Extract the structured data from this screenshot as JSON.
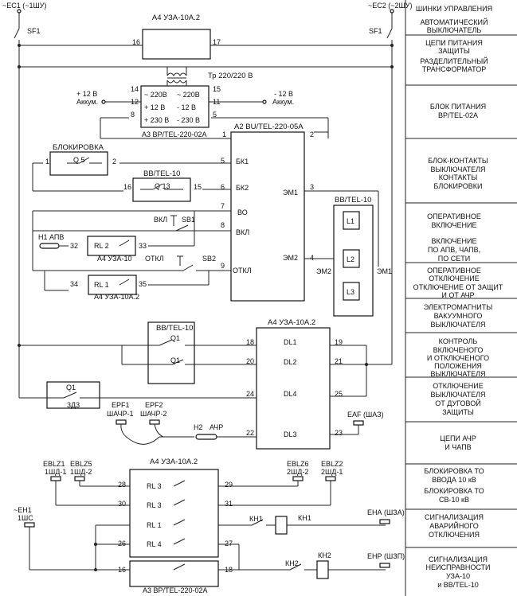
{
  "rails": {
    "left": "~EC1 (~1ШУ)",
    "right": "~EC2 (~2ШУ)",
    "sf_left": "SF1",
    "sf_right": "SF1"
  },
  "a4_top": {
    "title": "А4 УЗА-10А.2",
    "pin16": "16",
    "pin17": "17"
  },
  "transformer": {
    "label": "Тр 220/220 В"
  },
  "psu": {
    "pin14": "14",
    "pin15": "15",
    "pin12": "12",
    "pin11": "11",
    "pin8": "8",
    "pin5": "5",
    "in220": "~ 220В",
    "out220": "~ 220В",
    "p12": "+ 12 В",
    "m12": "- 12 В",
    "p230": "+ 230 В",
    "m230": "- 230 В",
    "bat_pos": "+ 12 В",
    "bat_pos2": "Аккум.",
    "bat_neg": "- 12 В",
    "bat_neg2": "Аккум.",
    "title": "А3 ВР/TEL-220-02А"
  },
  "a2": {
    "title": "А2 BU/TEL-220-05А",
    "pin1": "1",
    "pin2": "2",
    "pin5": "5",
    "pin6": "6",
    "pin7": "7",
    "pin8": "8",
    "pin9": "9",
    "pin3": "3",
    "pin4": "4",
    "bk1": "БК1",
    "bk2": "БК2",
    "vo": "ВО",
    "vkl": "ВКЛ",
    "otkl": "ОТКЛ",
    "em1": "ЭМ1",
    "em2": "ЭМ2"
  },
  "block": {
    "title": "БЛОКИРОВКА",
    "contact": "Q 5",
    "p1": "1",
    "p2": "2"
  },
  "bb1": {
    "title": "BB/TEL-10",
    "contact": "Q 13",
    "p16": "16",
    "p15": "15"
  },
  "vkl_btn": {
    "label": "ВКЛ",
    "sb": "SB1"
  },
  "apv": {
    "label": "Н1 АПВ",
    "relay": "RL 2",
    "p32": "32",
    "p33": "33",
    "dev": "А4 УЗА-10"
  },
  "otkl_btn": {
    "label": "ОТКЛ",
    "sb": "SB2"
  },
  "rl1": {
    "relay": "RL 1",
    "p34": "34",
    "p35": "35",
    "dev": "А4 УЗА-10А.2"
  },
  "bb2": {
    "title": "BB/TEL-10",
    "l1": "L1",
    "l2": "L2",
    "l3": "L3",
    "em2": "ЭМ2",
    "em1": "ЭМ1"
  },
  "bb3": {
    "title": "BB/TEL-10",
    "q1a": "Q1",
    "q1b": "Q1"
  },
  "a4_mid": {
    "title": "А4 УЗА-10А.2",
    "p18": "18",
    "p19": "19",
    "p20": "20",
    "p21": "21",
    "p24": "24",
    "p25": "25",
    "p22": "22",
    "p23": "23",
    "dl1": "DL1",
    "dl2": "DL2",
    "dl4": "DL4",
    "dl3": "DL3"
  },
  "zdz": {
    "q1": "Q1",
    "label": "3Д3"
  },
  "epf": {
    "epf1": "EPF1",
    "epf1b": "ШАЧР-1",
    "epf2": "EPF2",
    "epf2b": "ШАЧР-2",
    "h2": "Н2",
    "achr": "АЧР",
    "eaf": "EAF (ШАЗ)"
  },
  "a4_bot": {
    "title": "А4 УЗА-10А.2",
    "eblz1": "EBLZ1",
    "eblz1b": "1ШД-1",
    "eblz5": "EBLZ5",
    "eblz5b": "1ШД-2",
    "eblz6": "EBLZ6",
    "eblz6b": "2ШД-2",
    "eblz2": "EBLZ2",
    "eblz2b": "2ШД-1",
    "rl3a": "RL 3",
    "rl3b": "RL 3",
    "rl1": "RL 1",
    "rl4": "RL 4",
    "p28": "28",
    "p29": "29",
    "p30": "30",
    "p31": "31",
    "p26": "26",
    "p27": "27"
  },
  "signal": {
    "eh1": "~EH1",
    "eh1b": "1ШС",
    "kh1": "КН1",
    "kh1b": "КН1",
    "eha": "ЕНА (ШЗА)",
    "kh2": "КН2",
    "kh2b": "КН2",
    "ehp": "ЕНР (ШЗП)",
    "p16": "16",
    "p18": "18",
    "a3": "А3 ВР/TEL-220-02А"
  },
  "side_panel": [
    "ШИНКИ УПРАВЛЕНИЯ",
    "АВТОМАТИЧЕСКИЙ",
    "ВЫКЛЮЧАТЕЛЬ",
    "ЦЕПИ ПИТАНИЯ",
    "ЗАЩИТЫ",
    "РАЗДЕЛИТЕЛЬНЫЙ",
    "ТРАНСФОРМАТОР",
    "БЛОК ПИТАНИЯ",
    "ВР/TEL-02А",
    "БЛОК-КОНТАКТЫ",
    "ВЫКЛЮЧАТЕЛЯ",
    "КОНТАКТЫ",
    "БЛОКИРОВКИ",
    "ОПЕРАТИВНОЕ",
    "ВКЛЮЧЕНИЕ",
    "ВКЛЮЧЕНИЕ",
    "ПО АПВ, ЧАПВ,",
    "ПО СЕТИ",
    "ОПЕРАТИВНОЕ",
    "ОТКЛЮЧЕНИЕ",
    "ОТКЛЮЧЕНИЕ ОТ ЗАЩИТ",
    "И ОТ АЧР",
    "ЭЛЕКТРОМАГНИТЫ",
    "ВАКУУМНОГО",
    "ВЫКЛЮЧАТЕЛЯ",
    "КОНТРОЛЬ",
    "ВКЛЮЧЕНОГО",
    "И ОТКЛЮЧЕНОГО",
    "ПОЛОЖЕНИЯ",
    "ВЫКЛЮЧАТЕЛЯ",
    "ОТКЛЮЧЕНИЕ",
    "ВЫКЛЮЧАТЕЛЯ",
    "ОТ ДУГОВОЙ",
    "ЗАЩИТЫ",
    "ЦЕПИ АЧР",
    "И ЧАПВ",
    "БЛОКИРОВКА ТО",
    "ВВОДА 10 кВ",
    "БЛОКИРОВКА ТО",
    "СВ-10 кВ",
    "СИГНАЛИЗАЦИЯ",
    "АВАРИЙНОГО",
    "ОТКЛЮЧЕНИЯ",
    "СИГНАЛИЗАЦИЯ",
    "НЕИСПРАВНОСТИ",
    "УЗА-10",
    "и ВВ/TEL-10"
  ]
}
